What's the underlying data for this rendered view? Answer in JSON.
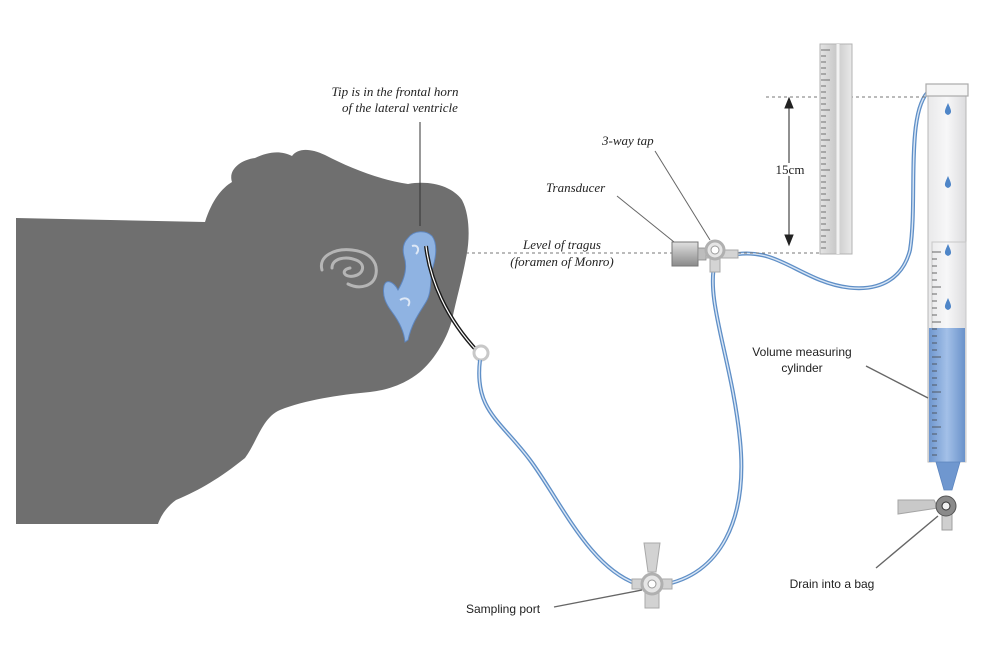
{
  "labels": {
    "tip_line1": "Tip is in the frontal horn",
    "tip_line2": "of the lateral ventricle",
    "tap": "3-way tap",
    "transducer": "Transducer",
    "tragus_line1": "Level of tragus",
    "tragus_line2": "(foramen of Monro)",
    "height": "15cm",
    "cylinder_line1": "Volume measuring",
    "cylinder_line2": "cylinder",
    "sampling": "Sampling port",
    "drain": "Drain into a bag"
  },
  "colors": {
    "head": "#6f6f6f",
    "ventricle": "#8fb3e2",
    "tubing": "#7fa9d6",
    "fluid": "#7fa5d8",
    "ruler": "#d4d4d4",
    "tap": "#c6c6c6"
  },
  "icons": [
    "head-silhouette",
    "ear-icon",
    "ventricle-icon",
    "drop-icon",
    "ruler-icon",
    "stopcock-icon"
  ]
}
